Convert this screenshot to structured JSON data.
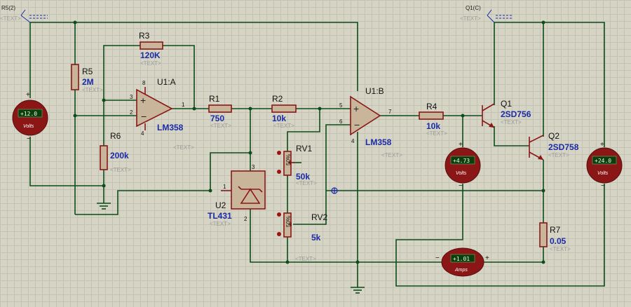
{
  "labels": {
    "r3": "R3",
    "r3_val": "120K",
    "r5": "R5",
    "r5_val": "2M",
    "r6": "R6",
    "r6_val": "200k",
    "r1": "R1",
    "r1_val": "750",
    "r2": "R2",
    "r2_val": "10k",
    "r4": "R4",
    "r4_val": "10k",
    "r7": "R7",
    "r7_val": "0.05",
    "rv1": "RV1",
    "rv1_val": "50k",
    "rv2": "RV2",
    "rv2_val": "5k",
    "u1a": "U1:A",
    "u1a_val": "LM358",
    "u1b": "U1:B",
    "u1b_val": "LM358",
    "u2": "U2",
    "u2_val": "TL431",
    "q1": "Q1",
    "q1_val": "2SD756",
    "q2": "Q2",
    "q2_val": "2SD758",
    "text_tag": "<TEXT>",
    "probe_left": "R5(2)",
    "probe_right": "Q1(C)",
    "pot_pct": "50%"
  },
  "meters": {
    "vm1": {
      "reading": "+12.0",
      "unit": "Volts"
    },
    "vm2": {
      "reading": "+4.73",
      "unit": "Volts"
    },
    "vm3": {
      "reading": "+24.0",
      "unit": "Volts"
    },
    "am1": {
      "reading": "+1.01",
      "unit": "Amps"
    }
  },
  "pins": {
    "u1a_3": "3",
    "u1a_2": "2",
    "u1a_1": "1",
    "u1a_8": "8",
    "u1a_4": "4",
    "u1b_5": "5",
    "u1b_6": "6",
    "u1b_7": "7",
    "u1b_4": "4",
    "u2_1": "1",
    "u2_2": "2",
    "u2_3": "3"
  },
  "colors": {
    "wire": "#0d4d1a",
    "component": "#8a1616",
    "value_text": "#1a2aa8",
    "meter_body": "#8a1616",
    "meter_display": "#0c3d0c"
  }
}
